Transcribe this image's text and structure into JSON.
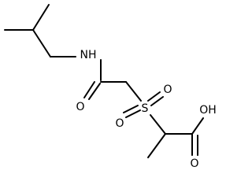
{
  "molecule": {
    "atoms": {
      "amide_nitrogen": "NH",
      "amide_oxygen": "O",
      "sulfur": "S",
      "sulfonyl_oxygen_left": "O",
      "sulfonyl_oxygen_right": "O",
      "acid_oxygen_hydroxyl": "OH",
      "acid_oxygen_carbonyl": "O"
    },
    "colors": {
      "bond": "#000000",
      "label": "#000000",
      "background": "#ffffff"
    }
  }
}
